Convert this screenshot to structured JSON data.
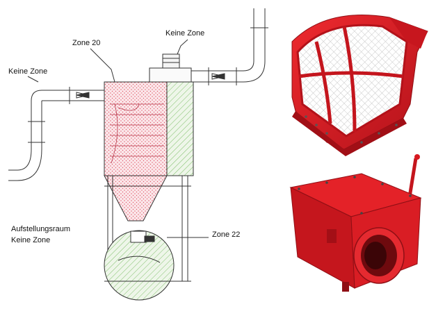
{
  "labels": {
    "keine_zone_left": "Keine Zone",
    "zone_20": "Zone 20",
    "keine_zone_top": "Keine Zone",
    "aufstellungsraum_line1": "Aufstellungsraum",
    "aufstellungsraum_line2": "Keine Zone",
    "zone_22": "Zone 22"
  },
  "colors": {
    "line": "#333333",
    "zone20_hatch": "#e05a6a",
    "zone20_fill": "#fbe7ea",
    "zone22_hatch": "#7fbf6a",
    "zone22_fill": "#e8f3e1",
    "accent_red": "#d71920",
    "accent_red_dark": "#9e0f14",
    "mesh": "#f3f3f3"
  },
  "photos": {
    "top": "red-grated-protection-hood",
    "bottom": "red-explosion-flap-housing"
  }
}
